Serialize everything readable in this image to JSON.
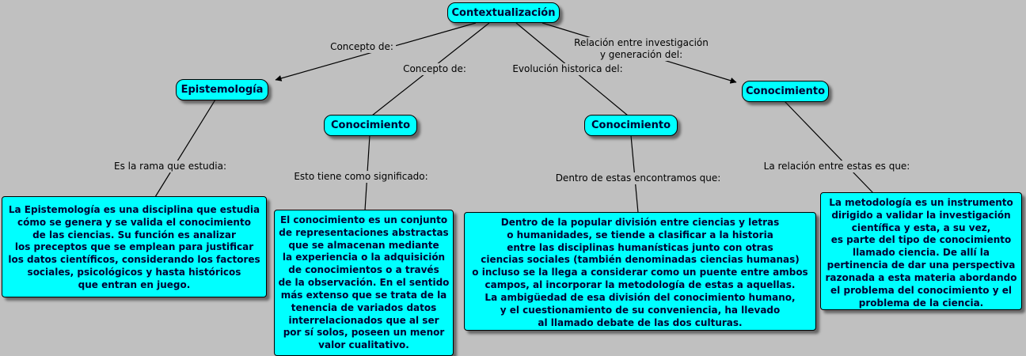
{
  "palette": {
    "background": "#c0c0c0",
    "node_fill": "#00ffff",
    "node_border": "#000000",
    "node_text": "#000033",
    "line_color": "#000000"
  },
  "nodes": {
    "root": "Contextualización",
    "epistemologia": "Epistemología",
    "conocimiento_concepto": "Conocimiento",
    "conocimiento_evolucion": "Conocimiento",
    "conocimiento_relacion": "Conocimiento"
  },
  "labels": {
    "concepto_de_epistemologia": "Concepto de:",
    "concepto_de_conocimiento": "Concepto de:",
    "evolucion_historica": "Evolución historica del:",
    "relacion_investigacion": "Relación entre investigación\ny generación del:",
    "rama_que_estudia": "Es la rama que estudia:",
    "significado": "Esto tiene como significado:",
    "dentro_de_estas": "Dentro de estas encontramos que:",
    "relacion_entre_estas": "La relación entre estas es que:"
  },
  "descriptions": {
    "epistemologia": "La Epistemología es una disciplina que estudia\ncómo se genera y se valida el conocimiento\nde las ciencias. Su función es analizar\nlos preceptos que se emplean para justificar\nlos datos científicos, considerando los factores\nsociales, psicológicos y hasta históricos\nque entran en juego.",
    "conocimiento_significado": "El conocimiento es un conjunto\nde representaciones abstractas\nque se almacenan mediante\nla experiencia o la adquisición\nde conocimientos o a través\nde la observación. En el sentido\nmás extenso que se trata de la\ntenencia de variados datos\ninterrelacionados que al ser\npor sí solos, poseen un menor\nvalor cualitativo.",
    "division_ciencias": "Dentro de la popular división entre ciencias y letras\no humanidades, se tiende a clasificar a la historia\nentre las disciplinas humanísticas junto con otras\nciencias sociales (también denominadas ciencias humanas)\no incluso se la llega a considerar como un puente entre ambos\ncampos, al incorporar la metodología de estas a aquellas.\nLa ambigüedad de esa división del conocimiento humano,\ny el cuestionamiento de su conveniencia, ha llevado\nal llamado debate de las dos culturas.",
    "metodologia": "La metodología es un instrumento\ndirigido a validar la investigación\ncientífica y esta, a su vez,\nes parte del tipo de conocimiento\nllamado ciencia. De allí la\npertinencia de dar una perspectiva\nrazonada a esta materia abordando\nel problema del conocimiento y el\nproblema de la ciencia."
  }
}
